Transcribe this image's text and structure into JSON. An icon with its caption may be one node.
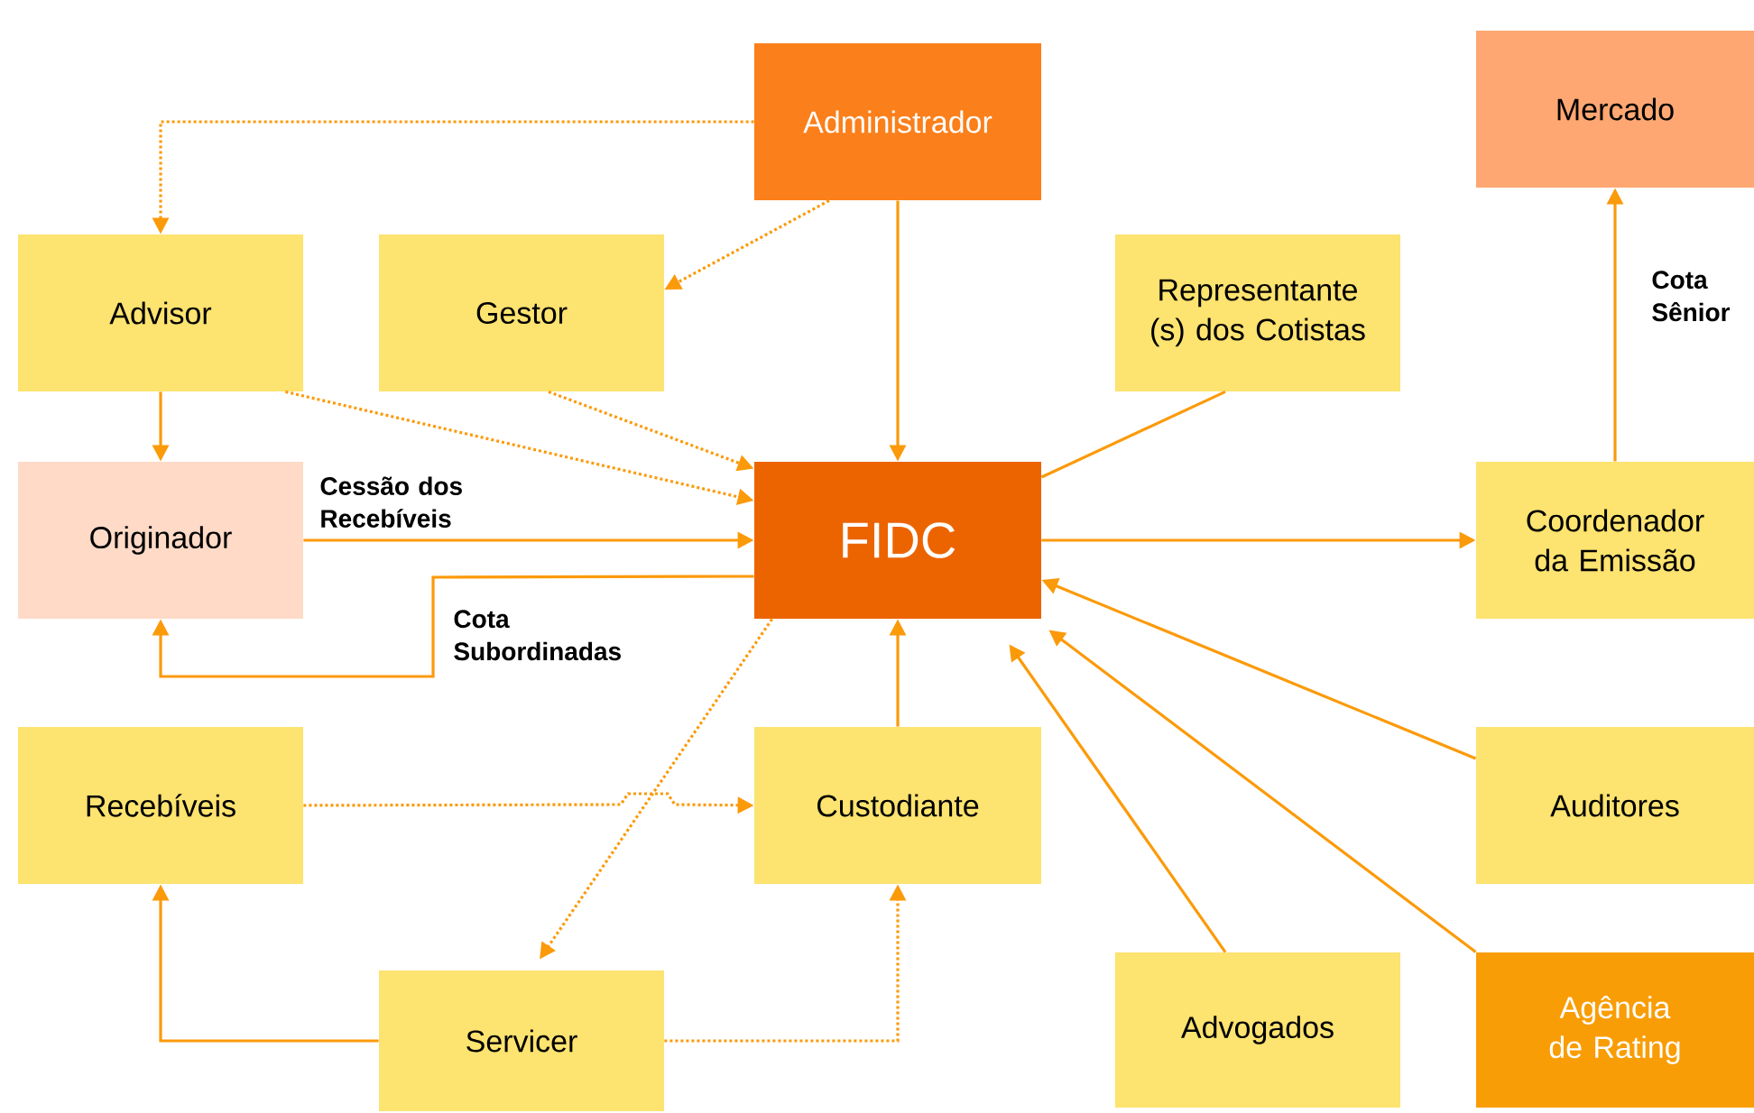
{
  "diagram": {
    "nodes": [
      {
        "text": [
          "Administrador"
        ]
      },
      {
        "text": [
          "Mercado"
        ]
      },
      {
        "text": [
          "Advisor"
        ]
      },
      {
        "text": [
          "Gestor"
        ]
      },
      {
        "text": [
          "Representante (s) dos Cotistas"
        ]
      },
      {
        "text": [
          "Originador"
        ]
      },
      {
        "text": [
          "FIDC"
        ]
      },
      {
        "text": [
          "Coordenador da Emissão"
        ]
      },
      {
        "text": [
          "Recebíveis"
        ]
      },
      {
        "text": [
          "Custodiante"
        ]
      },
      {
        "text": [
          "Auditores"
        ]
      },
      {
        "text": [
          "Servicer"
        ]
      },
      {
        "text": [
          "Advogados"
        ]
      },
      {
        "text": [
          "Agência de Rating"
        ]
      }
    ],
    "edges": [
      {
        "from": 0,
        "to": 2,
        "arrow": "to",
        "style": "dashed"
      },
      {
        "from": 0,
        "to": 3,
        "arrow": "to",
        "style": "dashed"
      },
      {
        "from": 0,
        "to": 6,
        "arrow": "to"
      },
      {
        "from": 2,
        "to": 5,
        "arrow": "to"
      },
      {
        "from": 2,
        "to": 6,
        "arrow": "to",
        "style": "dashed"
      },
      {
        "from": 3,
        "to": 6,
        "arrow": "to",
        "style": "dashed"
      },
      {
        "from": 5,
        "to": 6,
        "arrow": "to",
        "label": "Cessão dos Recebíveis"
      },
      {
        "from": 6,
        "to": 5,
        "arrow": "to",
        "label": "Cota Subordinadas"
      },
      {
        "from": 4,
        "to": 6,
        "arrow": "none"
      },
      {
        "from": 6,
        "to": 7,
        "arrow": "to"
      },
      {
        "from": 7,
        "to": 1,
        "arrow": "to",
        "label": "Cota Sênior"
      },
      {
        "from": 6,
        "to": 11,
        "arrow": "to",
        "style": "dashed"
      },
      {
        "from": 8,
        "to": 9,
        "arrow": "to",
        "style": "dashed"
      },
      {
        "from": 9,
        "to": 6,
        "arrow": "to"
      },
      {
        "from": 11,
        "to": 8,
        "arrow": "to"
      },
      {
        "from": 11,
        "to": 9,
        "arrow": "to",
        "style": "dashed"
      },
      {
        "from": 10,
        "to": 6,
        "arrow": "to"
      },
      {
        "from": 13,
        "to": 6,
        "arrow": "to"
      },
      {
        "from": 12,
        "to": 6,
        "arrow": "to"
      }
    ]
  }
}
